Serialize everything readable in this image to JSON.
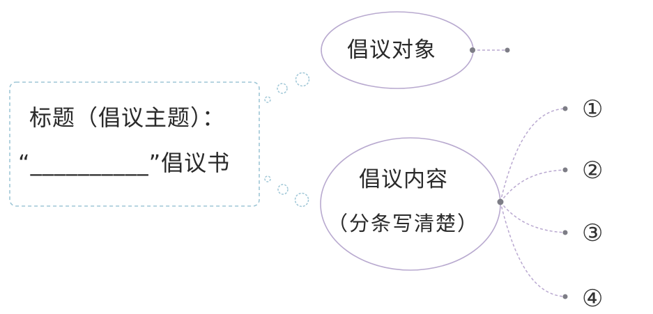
{
  "title_box": {
    "line1": "标题（倡议主题）：",
    "line2": "“__________”倡议书"
  },
  "target_node": {
    "label": "倡议对象"
  },
  "content_node": {
    "label": "倡议内容",
    "hint": "（分条写清楚）"
  },
  "items": [
    "①",
    "②",
    "③",
    "④"
  ],
  "colors": {
    "box_border": "#9ec6d6",
    "ellipse_border": "#b8a9cf",
    "connector": "#b9a8d0",
    "dot": "#7d7d86"
  }
}
